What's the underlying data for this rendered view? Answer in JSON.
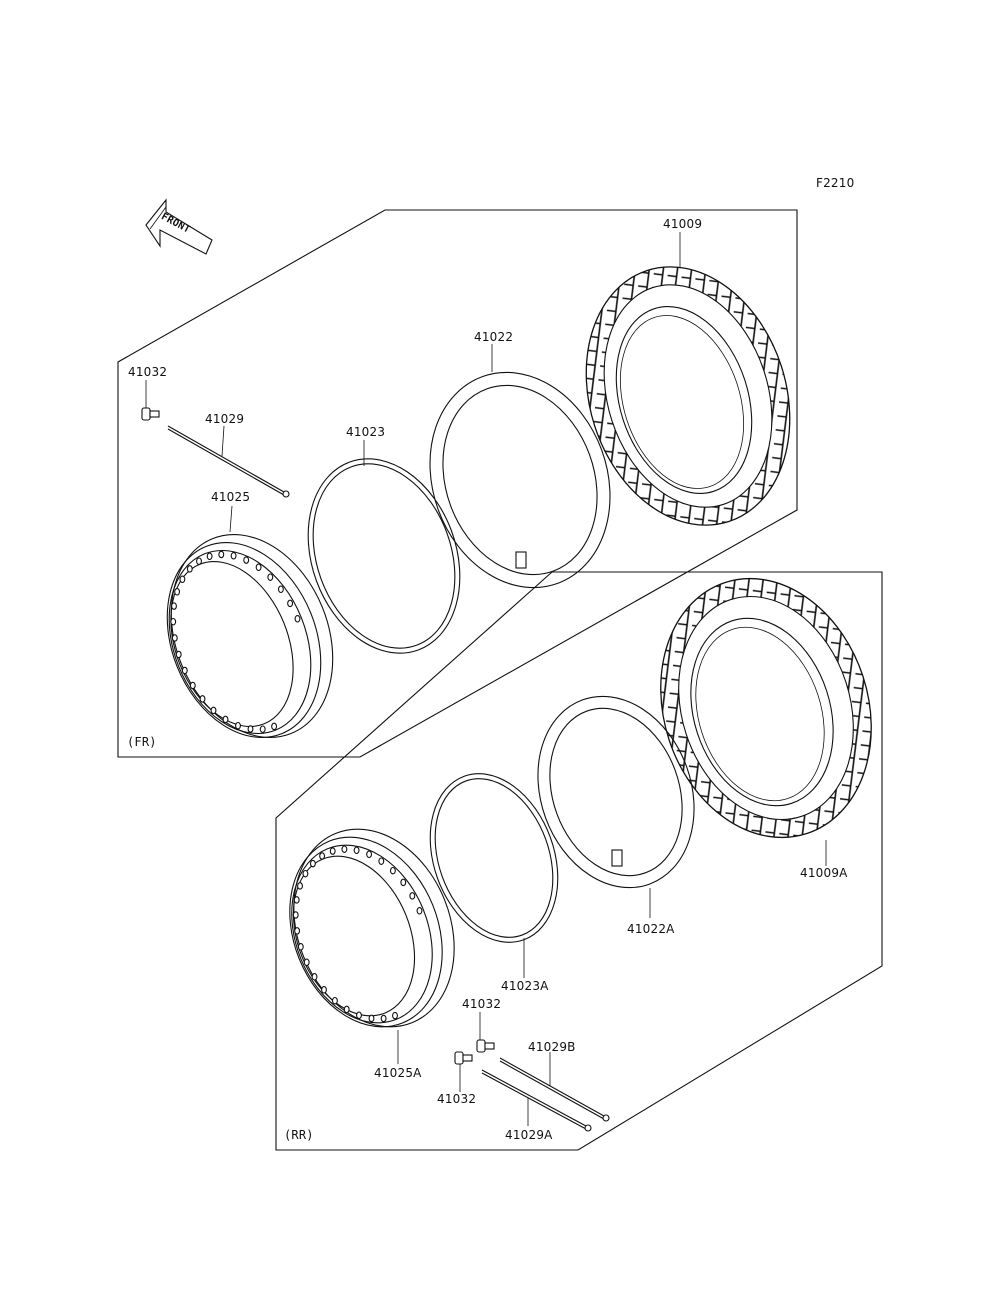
{
  "figure_code": "F2210",
  "front_arrow_text": "FRONT",
  "sections": {
    "front": {
      "tag": "(FR)",
      "labels": {
        "tire": "41009",
        "tube": "41022",
        "rim_band": "41023",
        "bolt": "41032",
        "spoke": "41029",
        "rim": "41025"
      }
    },
    "rear": {
      "tag": "(RR)",
      "labels": {
        "tire": "41009A",
        "tube": "41022A",
        "rim_band": "41023A",
        "rim": "41025A",
        "bolt_upper": "41032",
        "bolt_lower": "41032",
        "spoke_b": "41029B",
        "spoke_a": "41029A"
      }
    }
  }
}
